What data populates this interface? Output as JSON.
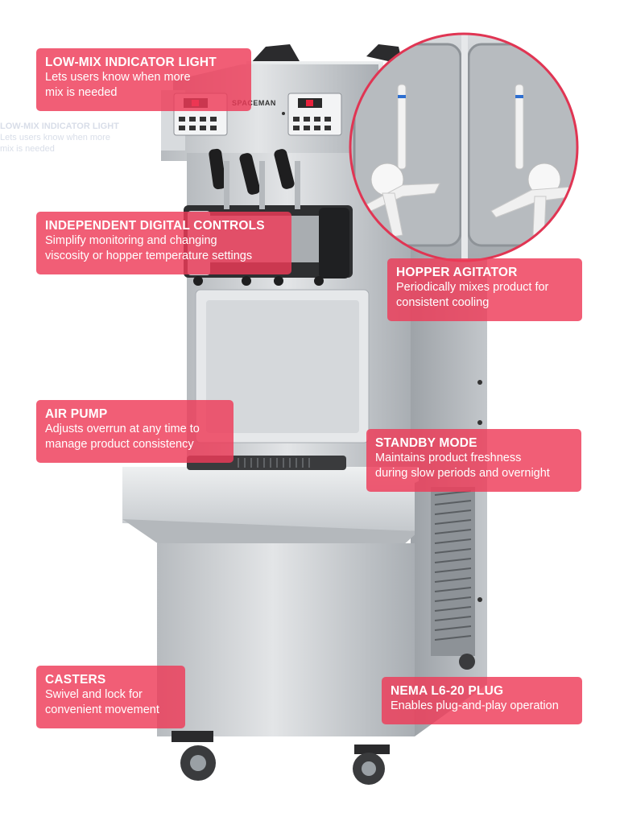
{
  "brand": "SPACEMAN",
  "colors": {
    "callout_bg": "#EE3A58",
    "steel": "#C9CCCF",
    "steel_dark": "#8E9398"
  },
  "callouts": {
    "low_mix": {
      "title": "LOW-MIX INDICATOR LIGHT",
      "lines": [
        "Lets users know when more",
        "mix is needed"
      ]
    },
    "digital": {
      "title": "INDEPENDENT DIGITAL CONTROLS",
      "lines": [
        "Simplify monitoring and changing",
        "viscosity or hopper temperature settings"
      ]
    },
    "hopper": {
      "title": "HOPPER AGITATOR",
      "lines": [
        "Periodically mixes product for",
        "consistent cooling"
      ]
    },
    "air_pump": {
      "title": "AIR PUMP",
      "lines": [
        "Adjusts overrun at any time to",
        "manage product consistency"
      ]
    },
    "standby": {
      "title": "STANDBY MODE",
      "lines": [
        "Maintains product freshness",
        "during slow periods and overnight"
      ]
    },
    "casters": {
      "title": "CASTERS",
      "lines": [
        "Swivel and lock for",
        "convenient movement"
      ]
    },
    "nema": {
      "title": "NEMA L6-20 PLUG",
      "lines": [
        "Enables plug-and-play operation"
      ]
    }
  }
}
